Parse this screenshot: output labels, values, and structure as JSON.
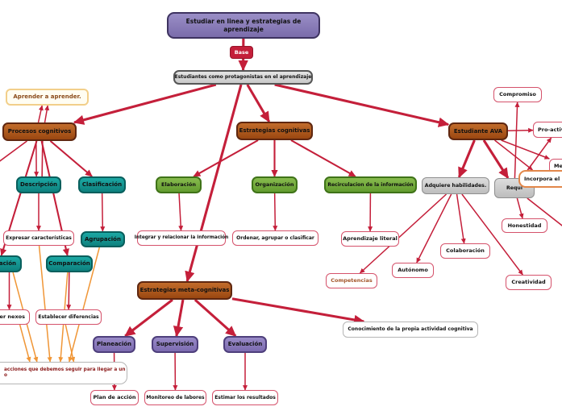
{
  "diagram_title": "Estudiar en linea y estrategias de aprendizaje",
  "colors": {
    "arrow_red": "#c41f3a",
    "arrow_orange": "#f09637",
    "node_brown": "#a9571c",
    "node_teal": "#128a87",
    "node_green": "#6fa53c",
    "node_purple_small": "#8678b6",
    "node_purple_title": "#8578b5",
    "base_red": "#c41f3a",
    "leaf_border_red": "#d5526b",
    "node_gray": "#cfcfcf",
    "cream_border_yellow": "#f2cf8a",
    "orange_leaf_border": "#e2874a",
    "competencias_text": "#a4572c",
    "bigbox_text_dark_red": "#8b1a1a"
  },
  "nodes": [
    {
      "id": "title",
      "label": "Estudiar en linea y estrategias de aprendizaje"
    },
    {
      "id": "base",
      "label": "Base"
    },
    {
      "id": "protagonistas",
      "label": "Estudiantes como protagonistas en el aprendizaje"
    },
    {
      "id": "aprender",
      "label": "Aprender a aprender."
    },
    {
      "id": "procesos",
      "label": "Procesos cognitivos"
    },
    {
      "id": "ec",
      "label": "Estrategias cognitivas"
    },
    {
      "id": "ava",
      "label": "Estudiante AVA"
    },
    {
      "id": "meta",
      "label": "Estrategias meta-cognitivas"
    },
    {
      "id": "descripcion",
      "label": "Descripción"
    },
    {
      "id": "clasificacion",
      "label": "Clasificación"
    },
    {
      "id": "relacion",
      "label": "ación"
    },
    {
      "id": "comparacion",
      "label": "Comparación"
    },
    {
      "id": "agrupacion",
      "label": "Agrupación"
    },
    {
      "id": "expresar",
      "label": "Expresar características"
    },
    {
      "id": "nexos",
      "label": "cer nexos"
    },
    {
      "id": "diferencias",
      "label": "Establecer diferencias"
    },
    {
      "id": "elaboracion",
      "label": "Elaboración"
    },
    {
      "id": "organizacion",
      "label": "Organización"
    },
    {
      "id": "recirculacion",
      "label": "Recirculacion de la información"
    },
    {
      "id": "integrar",
      "label": "Integrar y relacionar la información"
    },
    {
      "id": "ordenar",
      "label": "Ordenar, agrupar o clasificar"
    },
    {
      "id": "literal",
      "label": "Aprendizaje literal"
    },
    {
      "id": "adquiere",
      "label": "Adquiere habilidades."
    },
    {
      "id": "requisitos",
      "label": "Requi"
    },
    {
      "id": "compromiso",
      "label": "Compromiso"
    },
    {
      "id": "proactivo",
      "label": "Pro-activ"
    },
    {
      "id": "me",
      "label": "Me"
    },
    {
      "id": "incorpora",
      "label": "Incorpora el us"
    },
    {
      "id": "honestidad",
      "label": "Honestidad"
    },
    {
      "id": "colaboracion",
      "label": "Colaboración"
    },
    {
      "id": "autonomo",
      "label": "Autónomo"
    },
    {
      "id": "competencias",
      "label": "Competencias"
    },
    {
      "id": "creatividad",
      "label": "Creatividad"
    },
    {
      "id": "conocimiento",
      "label": "Conocimiento de la propia actividad cognitiva"
    },
    {
      "id": "planeacion",
      "label": "Planeación"
    },
    {
      "id": "supervision",
      "label": "Supervisión"
    },
    {
      "id": "evaluacion",
      "label": "Evaluación"
    },
    {
      "id": "plan",
      "label": "Plan de acción"
    },
    {
      "id": "monitoreo",
      "label": "Monitoreo de labores"
    },
    {
      "id": "estimar",
      "label": "Estimar los resultados"
    },
    {
      "id": "acciones",
      "label": "acciones que debemos seguir para llegar a un\no"
    }
  ],
  "edges": [
    {
      "from": "title",
      "to": "protagonistas",
      "kind": "main"
    },
    {
      "from": "protagonistas",
      "to": "procesos",
      "kind": "main"
    },
    {
      "from": "protagonistas",
      "to": "ec",
      "kind": "main"
    },
    {
      "from": "protagonistas",
      "to": "ava",
      "kind": "main"
    },
    {
      "from": "protagonistas",
      "to": "meta",
      "kind": "main"
    },
    {
      "from": "meta",
      "to": "planeacion",
      "kind": "main"
    },
    {
      "from": "meta",
      "to": "supervision",
      "kind": "main"
    },
    {
      "from": "meta",
      "to": "evaluacion",
      "kind": "main"
    },
    {
      "from": "meta",
      "to": "conocimiento",
      "kind": "main"
    },
    {
      "from": "ava",
      "to": "adquiere",
      "kind": "main"
    },
    {
      "from": "ava",
      "to": "requisitos",
      "kind": "main"
    },
    {
      "from": "ec",
      "to": "elaboracion",
      "kind": "mid"
    },
    {
      "from": "ec",
      "to": "organizacion",
      "kind": "mid"
    },
    {
      "from": "ec",
      "to": "recirculacion",
      "kind": "mid"
    },
    {
      "from": "procesos",
      "to": "aprender",
      "kind": "thin"
    },
    {
      "from": "procesos",
      "to": "aprender",
      "kind": "thin"
    },
    {
      "from": "procesos",
      "to": "descripcion",
      "kind": "thin"
    },
    {
      "from": "procesos",
      "to": "descripcion",
      "kind": "plain"
    },
    {
      "from": "procesos",
      "to": "clasificacion",
      "kind": "mid"
    },
    {
      "from": "procesos",
      "to": "offleft",
      "kind": "plain"
    },
    {
      "from": "procesos",
      "to": "relacion",
      "kind": "mid"
    },
    {
      "from": "procesos",
      "to": "comparacion",
      "kind": "mid"
    },
    {
      "from": "descripcion",
      "to": "expresar",
      "kind": "thin"
    },
    {
      "from": "clasificacion",
      "to": "agrupacion",
      "kind": "thin"
    },
    {
      "from": "relacion",
      "to": "nexos",
      "kind": "thin"
    },
    {
      "from": "comparacion",
      "to": "diferencias",
      "kind": "thin"
    },
    {
      "from": "planeacion",
      "to": "plan",
      "kind": "thin"
    },
    {
      "from": "supervision",
      "to": "monitoreo",
      "kind": "thin"
    },
    {
      "from": "evaluacion",
      "to": "estimar",
      "kind": "thin"
    },
    {
      "from": "elaboracion",
      "to": "integrar",
      "kind": "thin"
    },
    {
      "from": "organizacion",
      "to": "ordenar",
      "kind": "thin"
    },
    {
      "from": "recirculacion",
      "to": "literal",
      "kind": "thin"
    },
    {
      "from": "requisitos",
      "to": "compromiso",
      "kind": "thin"
    },
    {
      "from": "ava",
      "to": "proactivo",
      "kind": "thin"
    },
    {
      "from": "requisitos",
      "to": "proactivo",
      "kind": "thin"
    },
    {
      "from": "ava",
      "to": "me",
      "kind": "thin"
    },
    {
      "from": "ava",
      "to": "incorpora",
      "kind": "thin"
    },
    {
      "from": "requisitos",
      "to": "honestidad",
      "kind": "thin"
    },
    {
      "from": "requisitos",
      "to": "offright",
      "kind": "plain"
    },
    {
      "from": "adquiere",
      "to": "competencias",
      "kind": "thin"
    },
    {
      "from": "adquiere",
      "to": "autonomo",
      "kind": "thin"
    },
    {
      "from": "adquiere",
      "to": "colaboracion",
      "kind": "thin"
    },
    {
      "from": "adquiere",
      "to": "creatividad",
      "kind": "thin"
    },
    {
      "from": "expresar",
      "to": "acciones",
      "kind": "orange"
    },
    {
      "from": "agrupacion",
      "to": "acciones",
      "kind": "orange"
    },
    {
      "from": "comparacion",
      "to": "acciones",
      "kind": "orange"
    },
    {
      "from": "relacion",
      "to": "acciones",
      "kind": "orange"
    },
    {
      "from": "nexos",
      "to": "acciones",
      "kind": "orange"
    },
    {
      "from": "diferencias",
      "to": "acciones",
      "kind": "orange"
    }
  ]
}
